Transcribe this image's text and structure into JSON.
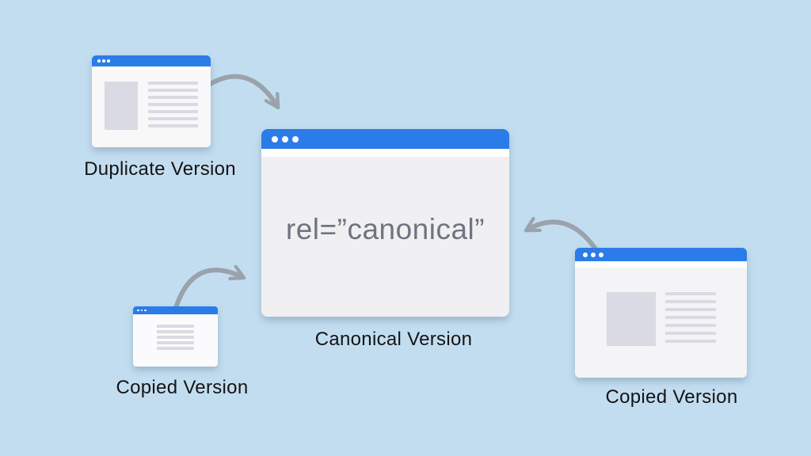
{
  "colors": {
    "background": "#c3ddf0",
    "titlebar-blue": "#2b7ce8",
    "arrow": "#9aa2ac",
    "placeholder": "#d9dae3",
    "label-text": "#141414",
    "code-text": "#6e7480"
  },
  "windows": {
    "duplicate": {
      "label": "Duplicate Version"
    },
    "canonical": {
      "label": "Canonical Version",
      "code": "rel=”canonical”"
    },
    "copied_left": {
      "label": "Copied Version"
    },
    "copied_right": {
      "label": "Copied Version"
    }
  }
}
